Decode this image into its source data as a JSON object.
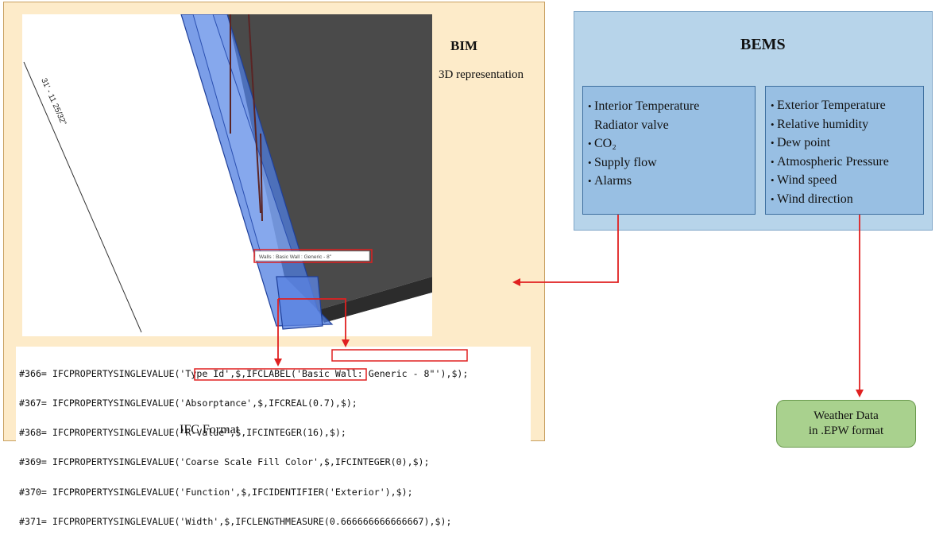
{
  "bim": {
    "title": "BIM",
    "subtitle": "3D representation",
    "dimension_label": "31' - 11 25/32\"",
    "tooltip_label": "Walls : Basic Wall : Generic - 8\""
  },
  "ifc": {
    "title": "IFC Format",
    "code_lines": [
      "#366= IFCPROPERTYSINGLEVALUE('Type Id',$,IFCLABEL('Basic Wall: Generic - 8\"'),$);",
      "#367= IFCPROPERTYSINGLEVALUE('Absorptance',$,IFCREAL(0.7),$);",
      "#368= IFCPROPERTYSINGLEVALUE('R-Value',$,IFCINTEGER(16),$);",
      "#369= IFCPROPERTYSINGLEVALUE('Coarse Scale Fill Color',$,IFCINTEGER(0),$);",
      "#370= IFCPROPERTYSINGLEVALUE('Function',$,IFCIDENTIFIER('Exterior'),$);",
      "#371= IFCPROPERTYSINGLEVALUE('Width',$,IFCLENGTHMEASURE(0.666666666666667),$);"
    ]
  },
  "bems": {
    "title": "BEMS",
    "interior_items": [
      "Interior Temperature",
      "Radiator valve",
      "CO₂",
      "Supply flow",
      "Alarms"
    ],
    "exterior_items": [
      "Exterior Temperature",
      "Relative humidity",
      "Dew point",
      "Atmospheric Pressure",
      "Wind speed",
      "Wind direction"
    ]
  },
  "weather": {
    "line1": "Weather Data",
    "line2": "in .EPW format"
  },
  "colors": {
    "arrow": "#e02020",
    "bim_panel": "#fdebc9",
    "bems_panel": "#b7d4ea",
    "bems_box": "#98bfe3",
    "weather_box": "#a9d18e",
    "wall_blue": "#3b6fd6"
  }
}
